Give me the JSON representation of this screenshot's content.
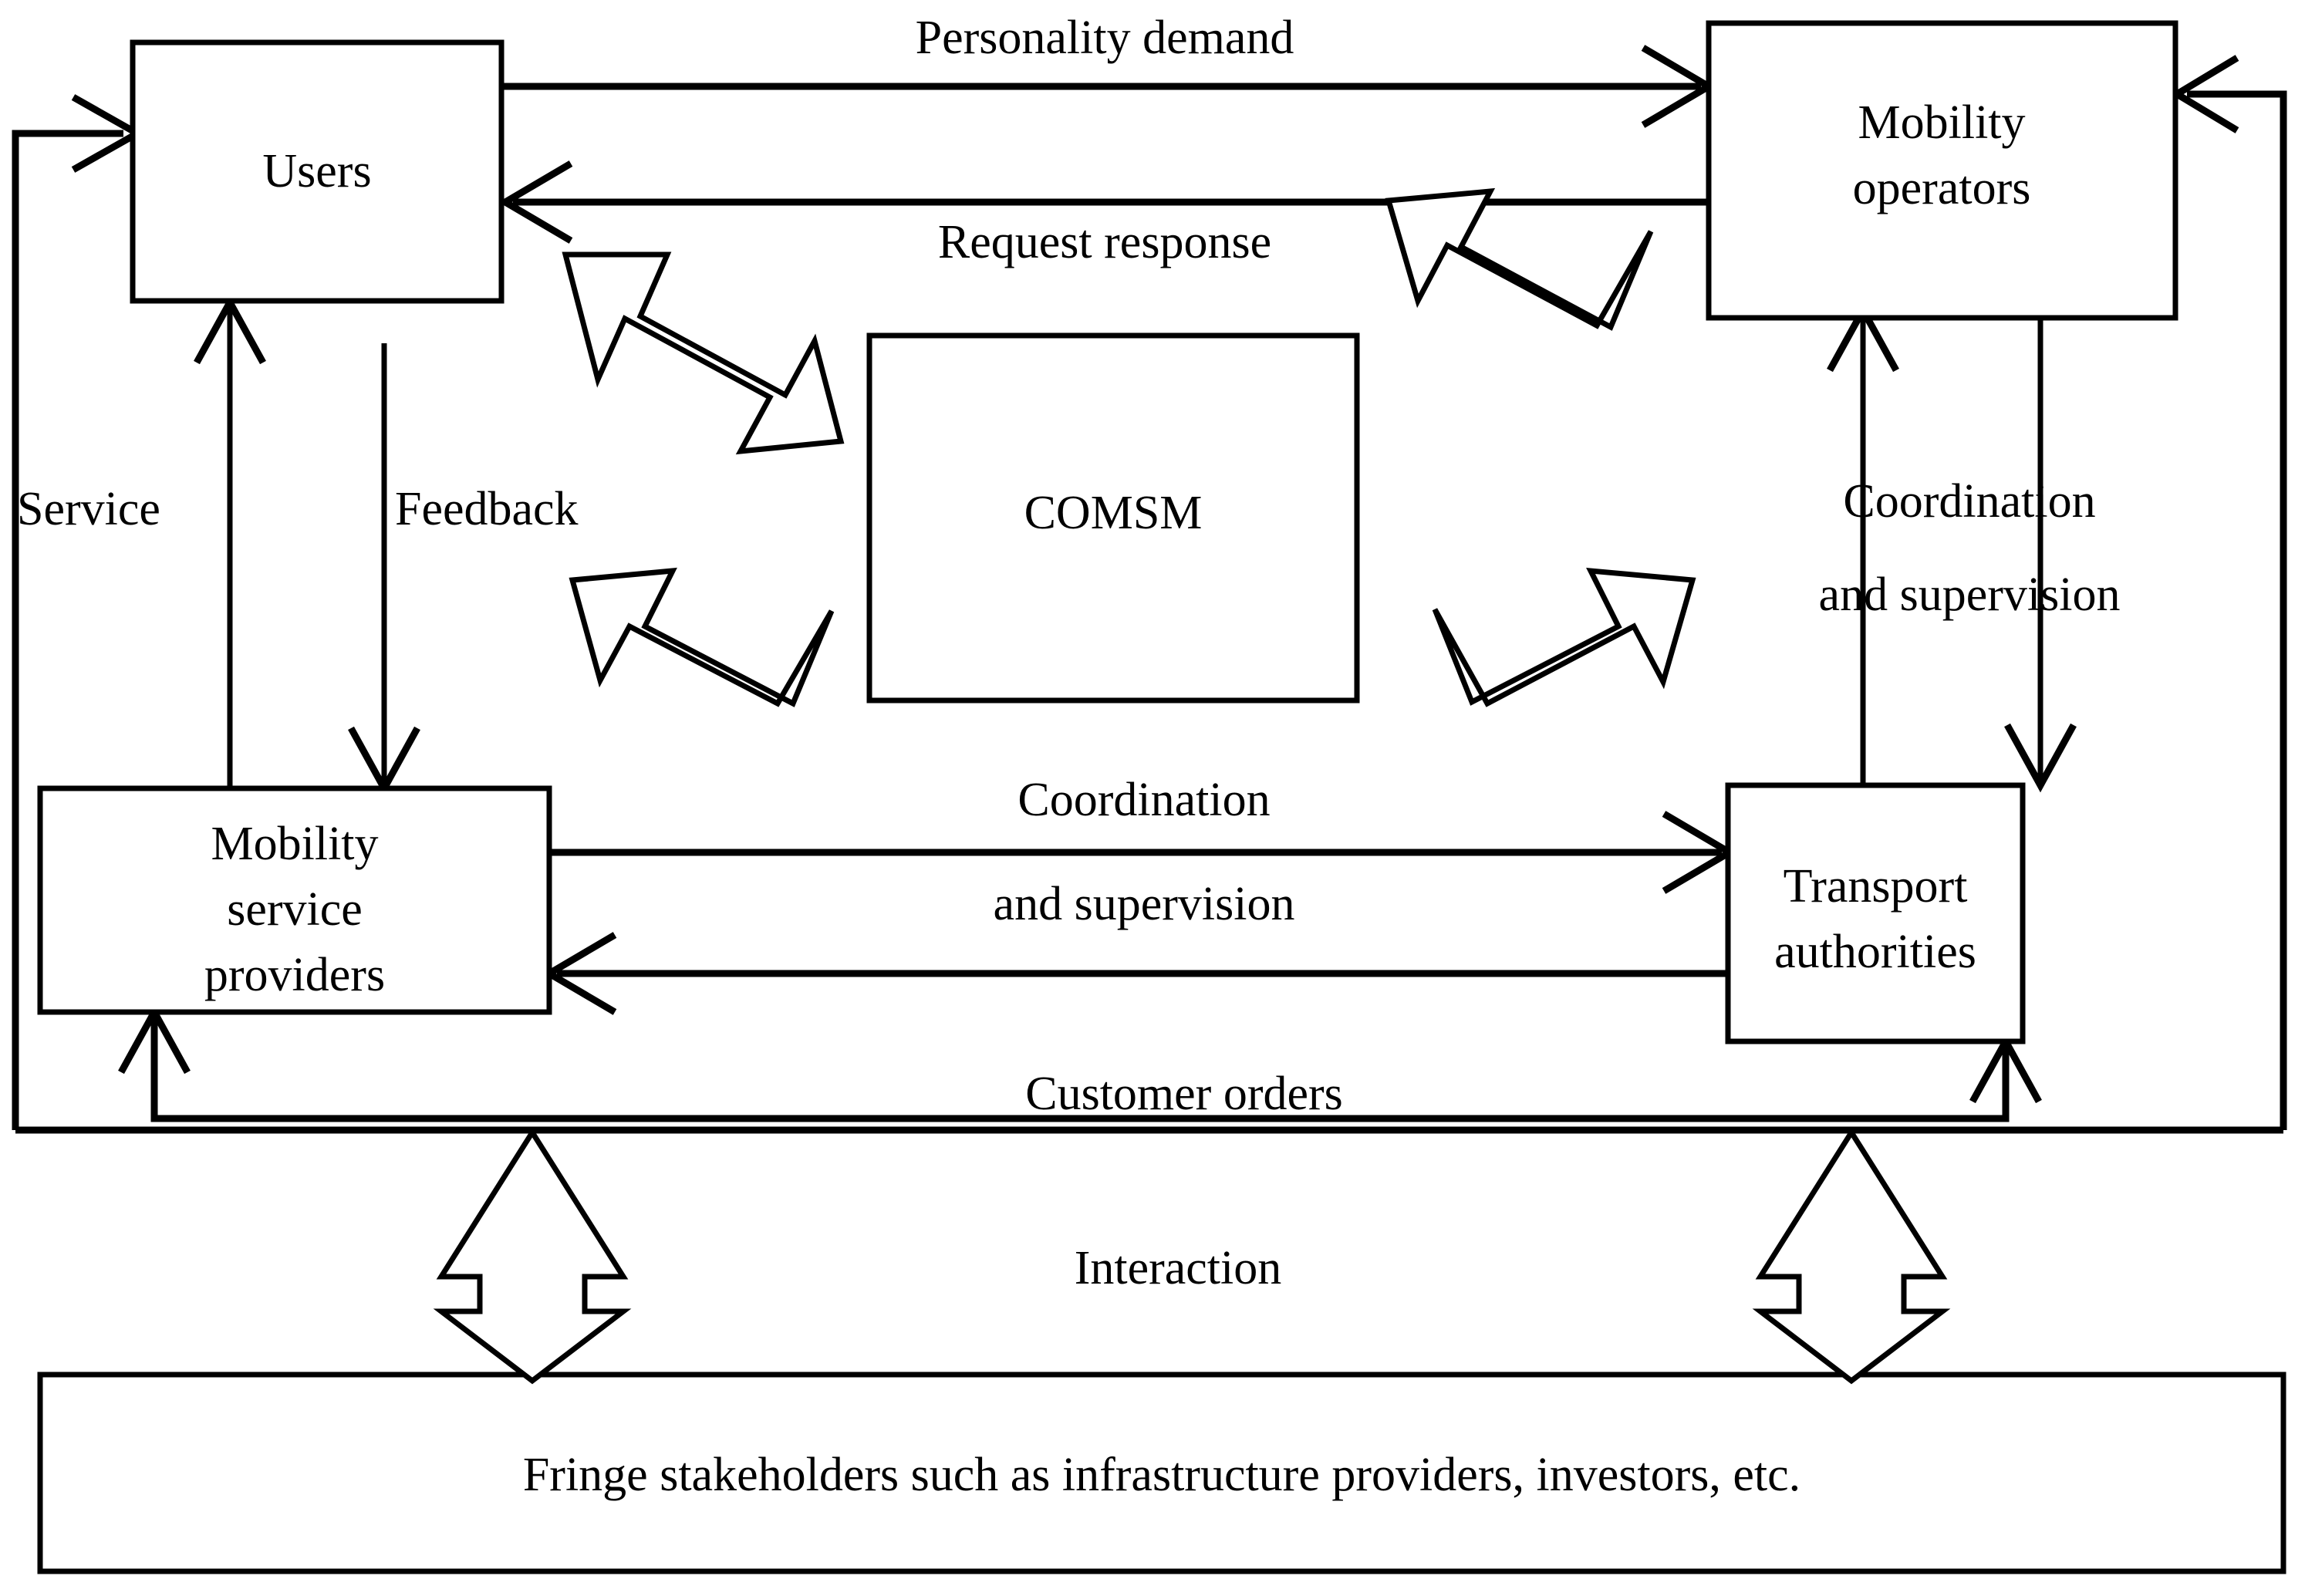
{
  "diagram": {
    "title": "COMSM mobility ecosystem stakeholder interaction diagram",
    "nodes": {
      "users": {
        "label": "Users"
      },
      "mobility_operators": {
        "line1": "Mobility",
        "line2": "operators"
      },
      "comsm": {
        "label": "COMSM"
      },
      "mobility_service_providers": {
        "line1": "Mobility",
        "line2": "service",
        "line3": "providers"
      },
      "transport_authorities": {
        "line1": "Transport",
        "line2": "authorities"
      },
      "fringe_stakeholders": {
        "label": "Fringe stakeholders such as infrastructure providers, investors, etc."
      }
    },
    "edge_labels": {
      "personality_demand": "Personality demand",
      "request_response": "Request response",
      "service": "Service",
      "feedback": "Feedback",
      "coordination_right_line1": "Coordination",
      "coordination_right_line2": "and supervision",
      "coordination_center_line1": "Coordination",
      "coordination_center_line2": "and supervision",
      "customer_orders": "Customer orders",
      "interaction": "Interaction"
    },
    "colors": {
      "stroke": "#000000",
      "fill": "#ffffff",
      "background": "#ffffff"
    }
  }
}
